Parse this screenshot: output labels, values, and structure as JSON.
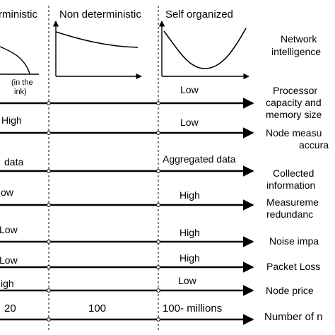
{
  "columns": {
    "col1_fragment": "rministic",
    "col2": "Non deterministic",
    "col3": "Self organized"
  },
  "sub_note": {
    "line1": "(in the",
    "line2": "ink)"
  },
  "rows": [
    {
      "right": "Network",
      "right2": "intelligence"
    },
    {
      "left": "",
      "mid": "Low",
      "right": "Processor",
      "right2": "capacity and",
      "right3": "memory size"
    },
    {
      "left": "High",
      "mid": "Low",
      "right": "Node measu",
      "right2": "accura"
    },
    {
      "left": "data",
      "mid": "Aggregated data",
      "right": "Collected",
      "right2": "information"
    },
    {
      "left": "ow",
      "mid": "High",
      "right": "Measureme",
      "right2": "redundanc"
    },
    {
      "left": "Low",
      "mid": "High",
      "right": "Noise impa"
    },
    {
      "left": "Low",
      "mid": "High",
      "right": "Packet Loss"
    },
    {
      "left": "igh",
      "mid": "Low",
      "right": "Node price"
    },
    {
      "left": "20",
      "mid1": "100",
      "mid2": "100- millions",
      "right": "Number of n"
    }
  ]
}
